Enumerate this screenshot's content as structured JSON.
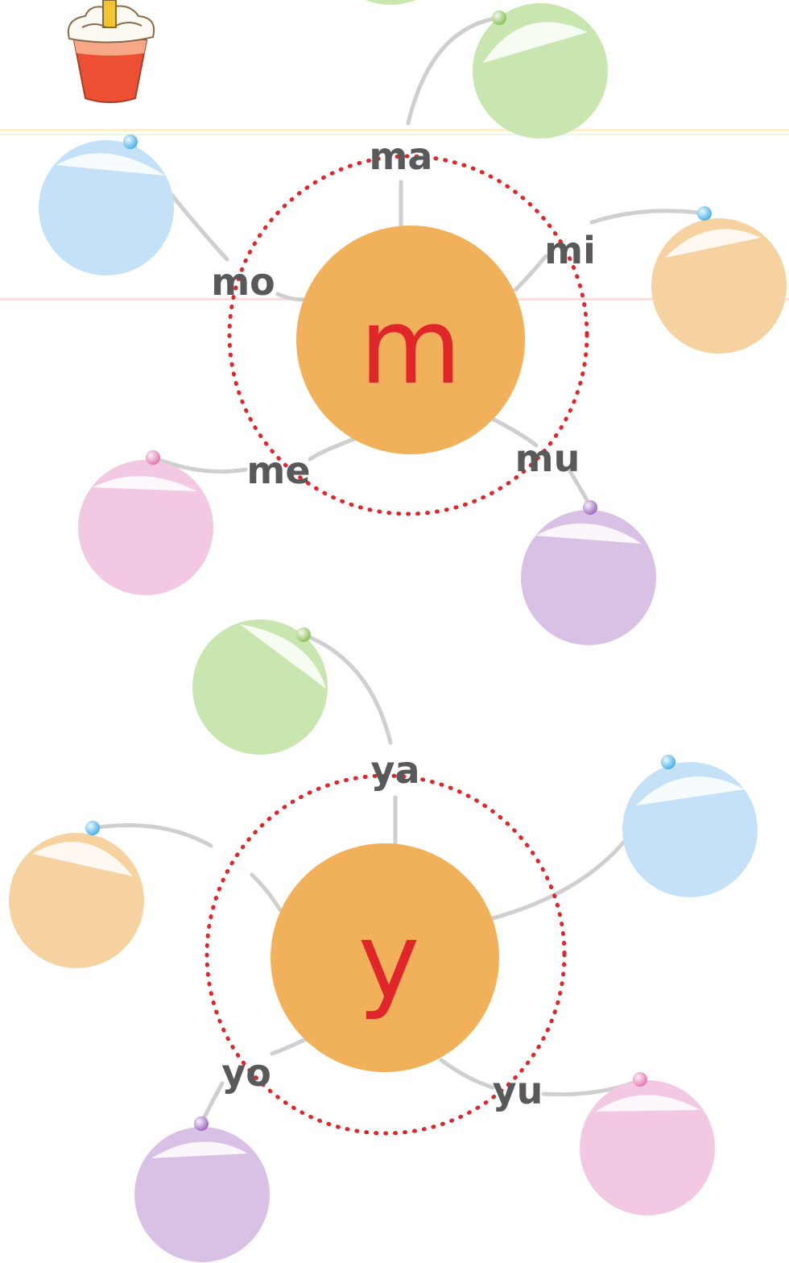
{
  "colors": {
    "center": "#f1b15a",
    "letter": "#e0262b",
    "ring": "#e0262b",
    "label": "#58595b",
    "connector": "#cfcfcf",
    "green": "#c9e6b1",
    "blue": "#c4e1f7",
    "orange": "#f6d2a0",
    "pink": "#f3c8e2",
    "purple": "#d9c1e6"
  },
  "diagrams": [
    {
      "letter": "m",
      "syllables": [
        "ma",
        "mi",
        "mu",
        "me",
        "mo"
      ]
    },
    {
      "letter": "y",
      "syllables": [
        "ya",
        "yu",
        "yo"
      ]
    }
  ],
  "decoration": {
    "top_left_illustration": "cup-icon"
  }
}
